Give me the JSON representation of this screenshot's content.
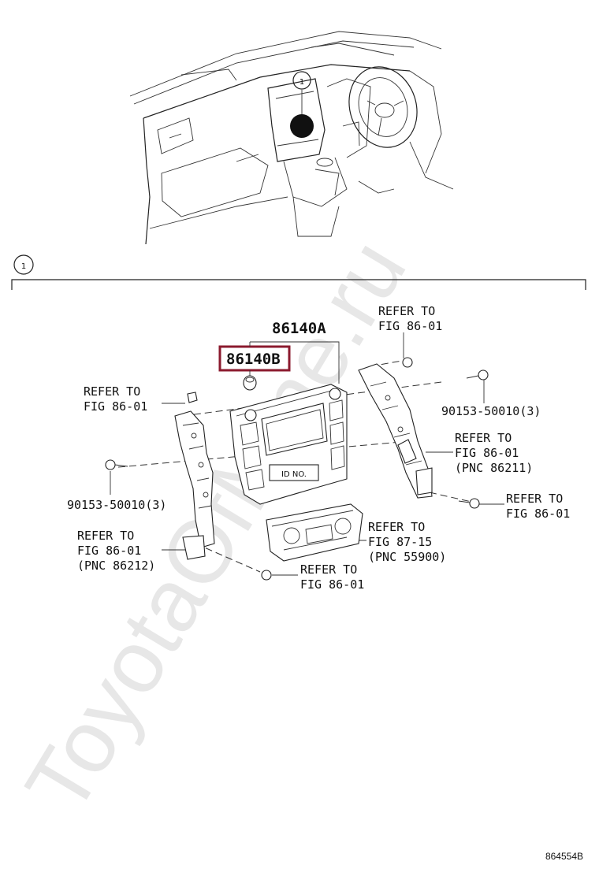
{
  "watermark": "ToyotaOfMine.ru",
  "overview": {
    "callout": "1"
  },
  "section": {
    "callout": "1"
  },
  "labels": {
    "part_a": "86140A",
    "part_b": "86140B",
    "id_no": "ID NO.",
    "refer_top_right": [
      "REFER TO",
      "FIG 86-01"
    ],
    "refer_left_upper": [
      "REFER TO",
      "FIG 86-01"
    ],
    "bolt_right": "90153-50010(3)",
    "refer_right_mid": [
      "REFER TO",
      "FIG 86-01",
      "(PNC 86211)"
    ],
    "bolt_left": "90153-50010(3)",
    "refer_right_low": [
      "REFER TO",
      "FIG 86-01"
    ],
    "refer_left_low": [
      "REFER TO",
      "FIG 86-01",
      "(PNC 86212)"
    ],
    "refer_center": [
      "REFER TO",
      "FIG 87-15",
      "(PNC 55900)"
    ],
    "refer_bottom": [
      "REFER TO",
      "FIG 86-01"
    ]
  },
  "diagram_code": "864554B",
  "colors": {
    "highlight": "#8b1a2e",
    "line": "#222222",
    "watermark": "#d4d4d4"
  }
}
